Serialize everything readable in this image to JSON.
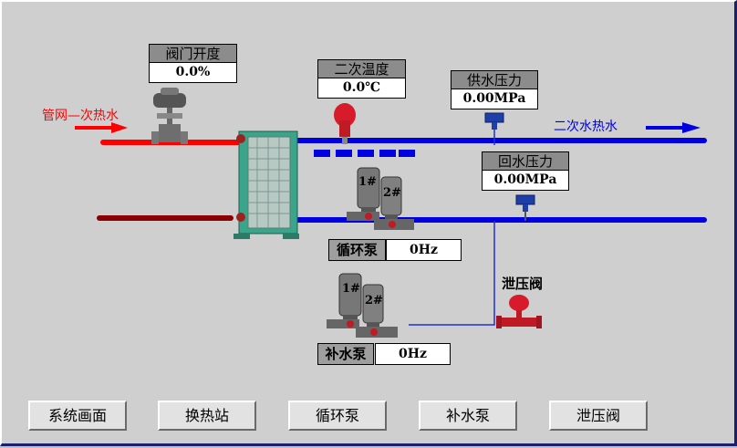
{
  "flow": {
    "primary_inlet": "管网—次热水",
    "secondary_outlet": "二次水热水"
  },
  "valve_opening": {
    "label": "阀门开度",
    "value": "0.0%"
  },
  "secondary_temp": {
    "label": "二次温度",
    "value": "0.0℃"
  },
  "supply_pressure": {
    "label": "供水压力",
    "value": "0.00MPa"
  },
  "return_pressure": {
    "label": "回水压力",
    "value": "0.00MPa"
  },
  "circulation_pump": {
    "label": "循环泵",
    "value": "0Hz",
    "pump1": "1#",
    "pump2": "2#"
  },
  "makeup_pump": {
    "label": "补水泵",
    "value": "0Hz",
    "pump1": "1#",
    "pump2": "2#"
  },
  "relief_valve": {
    "label": "泄压阀"
  },
  "nav": {
    "system": "系统画面",
    "heat_station": "换热站",
    "circulation_pump": "循环泵",
    "makeup_pump": "补水泵",
    "relief_valve": "泄压阀"
  },
  "colors": {
    "hot_pipe": "#ff0000",
    "secondary_pipe": "#0000e0",
    "return_pipe": "#8b0000",
    "background": "#cfcfcf"
  }
}
